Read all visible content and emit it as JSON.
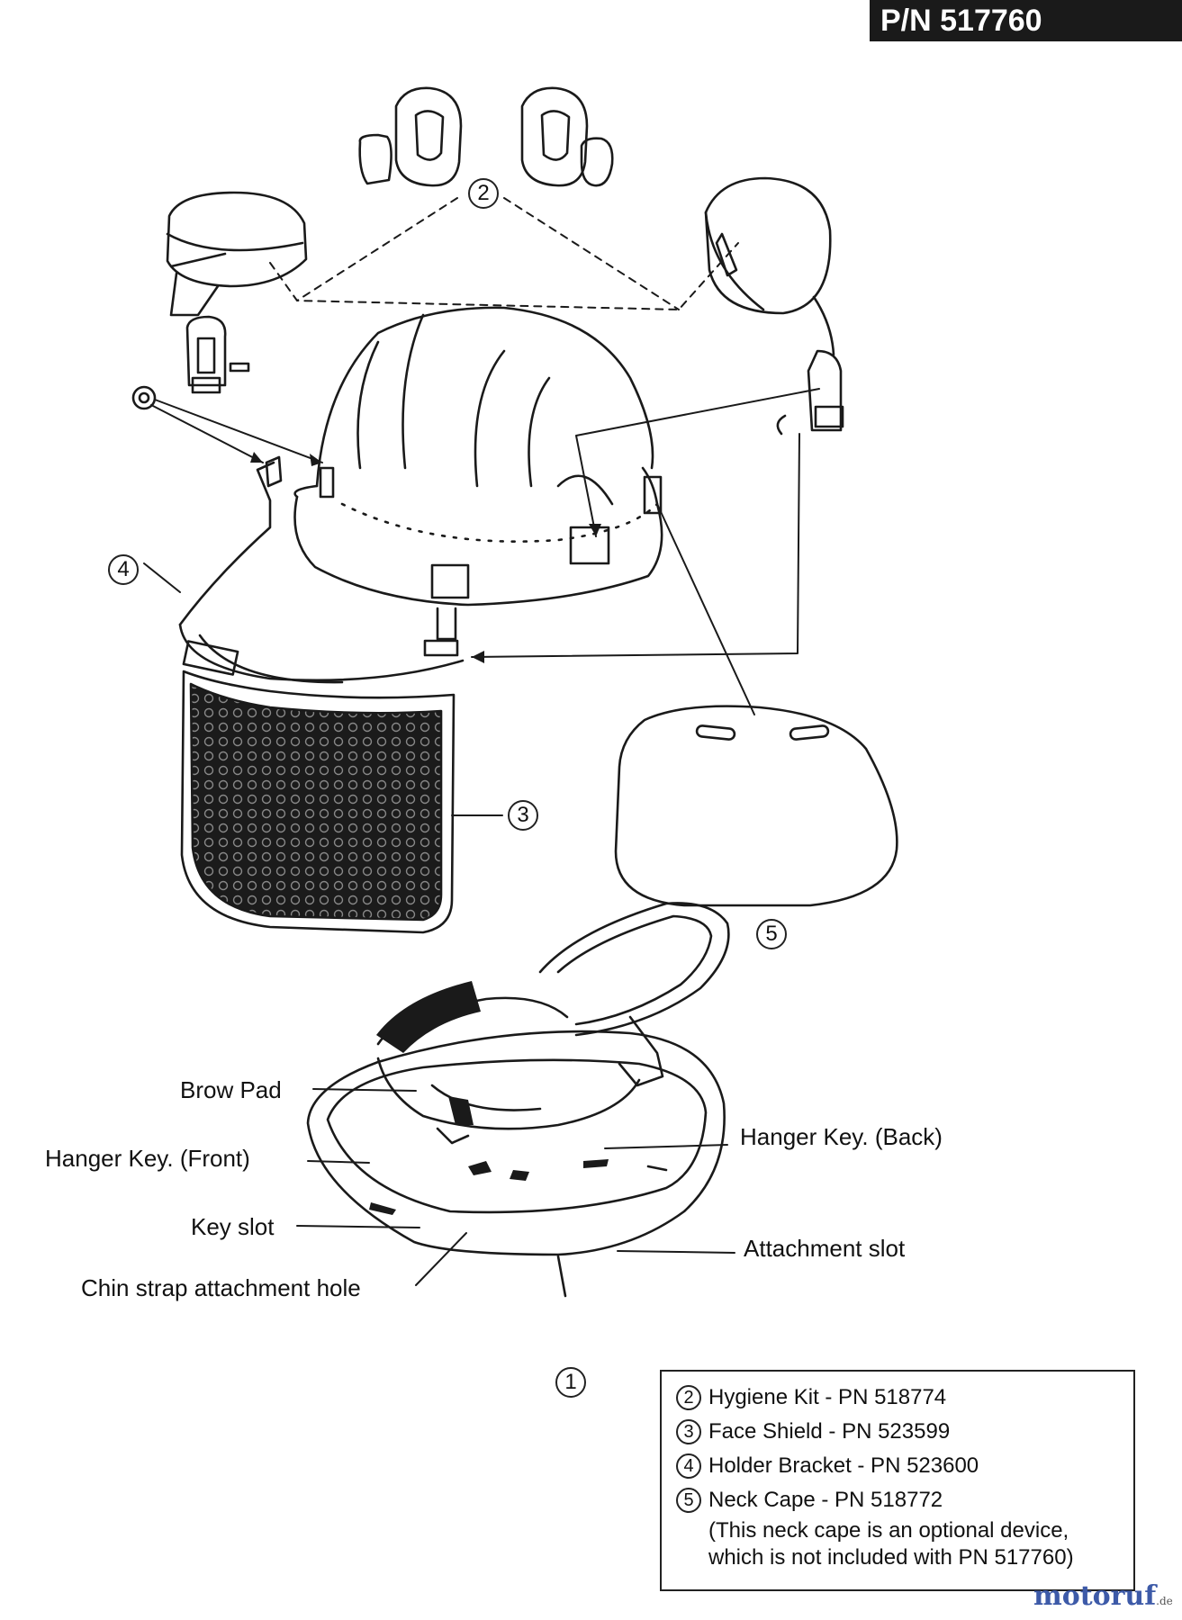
{
  "header": {
    "part_number": "P/N 517760"
  },
  "callouts": {
    "c1": "1",
    "c2": "2",
    "c3": "3",
    "c4": "4",
    "c5": "5"
  },
  "labels": {
    "brow_pad": "Brow Pad",
    "hanger_key_front": "Hanger Key. (Front)",
    "hanger_key_back": "Hanger Key. (Back)",
    "key_slot": "Key slot",
    "attachment_slot": "Attachment slot",
    "chin_strap_hole": "Chin strap attachment hole"
  },
  "legend": {
    "items": [
      {
        "num": "2",
        "text": "Hygiene Kit - PN 518774"
      },
      {
        "num": "3",
        "text": "Face Shield - PN 523599"
      },
      {
        "num": "4",
        "text": "Holder Bracket - PN 523600"
      },
      {
        "num": "5",
        "text": "Neck Cape - PN 518772"
      }
    ],
    "note_line1": "(This neck cape is an optional device,",
    "note_line2": "which is not included with PN 517760)"
  },
  "watermark": {
    "brand": "motoruf",
    "suffix": ".de"
  }
}
